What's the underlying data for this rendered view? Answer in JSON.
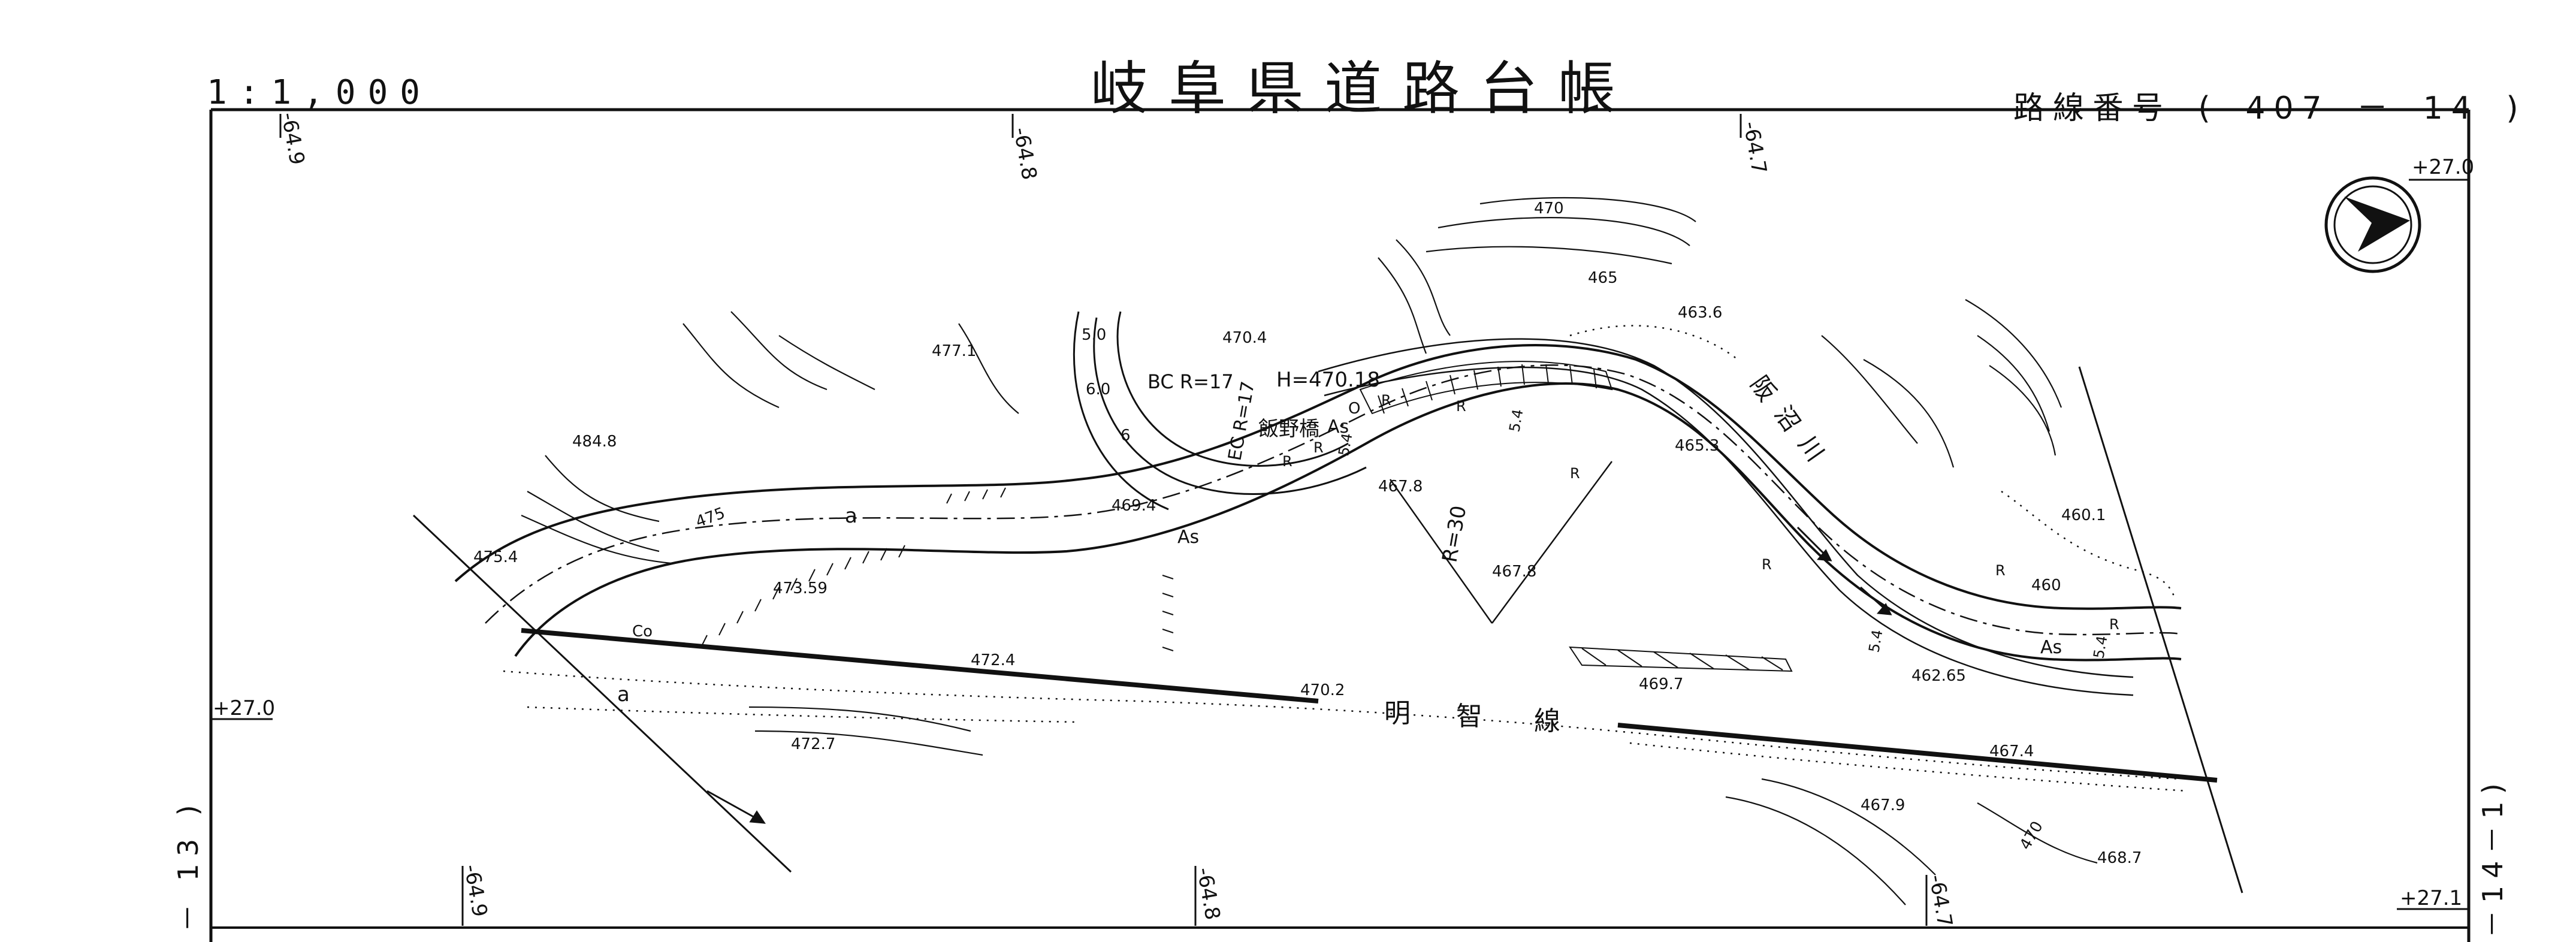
{
  "header": {
    "title": "岐阜県道路台帳",
    "scale": "1:1,000",
    "route_label": "路線番号",
    "route_open": "(",
    "route_code": "407",
    "route_dash": "－",
    "route_sheet": "14",
    "route_close": ")"
  },
  "margin": {
    "left_sheet": "－ 13 )",
    "right_sheet": "－14－1)"
  },
  "grid": {
    "top_marks": [
      "-64.9",
      "-64.8",
      "-64.7"
    ],
    "bottom_marks": [
      "-64.9",
      "-64.8",
      "-64.7"
    ],
    "left_mark": "+27.0",
    "right_top_mark": "+27.0",
    "right_bottom_mark": "+27.1"
  },
  "map": {
    "railway_name": [
      "明",
      "智",
      "線"
    ],
    "river_name": [
      "阪",
      "沼",
      "川"
    ],
    "bridge_name": "飯野橋",
    "curve_main": "R=30",
    "curve_bc": "BC R=17",
    "curve_ec": "EC R=17",
    "height_h": "H=470.18",
    "contours": [
      "470",
      "465",
      "475",
      "470"
    ],
    "elevations": [
      "477.1",
      "470.4",
      "484.8",
      "475.4",
      "469.4",
      "473.59",
      "467.8",
      "467.8",
      "472.4",
      "470.2",
      "472.7",
      "463.6",
      "465.3",
      "460.1",
      "460",
      "462.65",
      "469.7",
      "467.4",
      "467.9",
      "468.7"
    ],
    "surface_labels": [
      "As",
      "As",
      "As"
    ],
    "widths": [
      "5.0",
      "6.0",
      "5.4",
      "5.4",
      "5.4",
      "5.4"
    ],
    "small_marks": [
      "R",
      "R",
      "R",
      "R",
      "R",
      "R",
      "R",
      "R",
      "a",
      "a",
      "Co",
      "O",
      "6"
    ]
  },
  "north_arrow": {
    "icon": "north-arrow-icon"
  }
}
